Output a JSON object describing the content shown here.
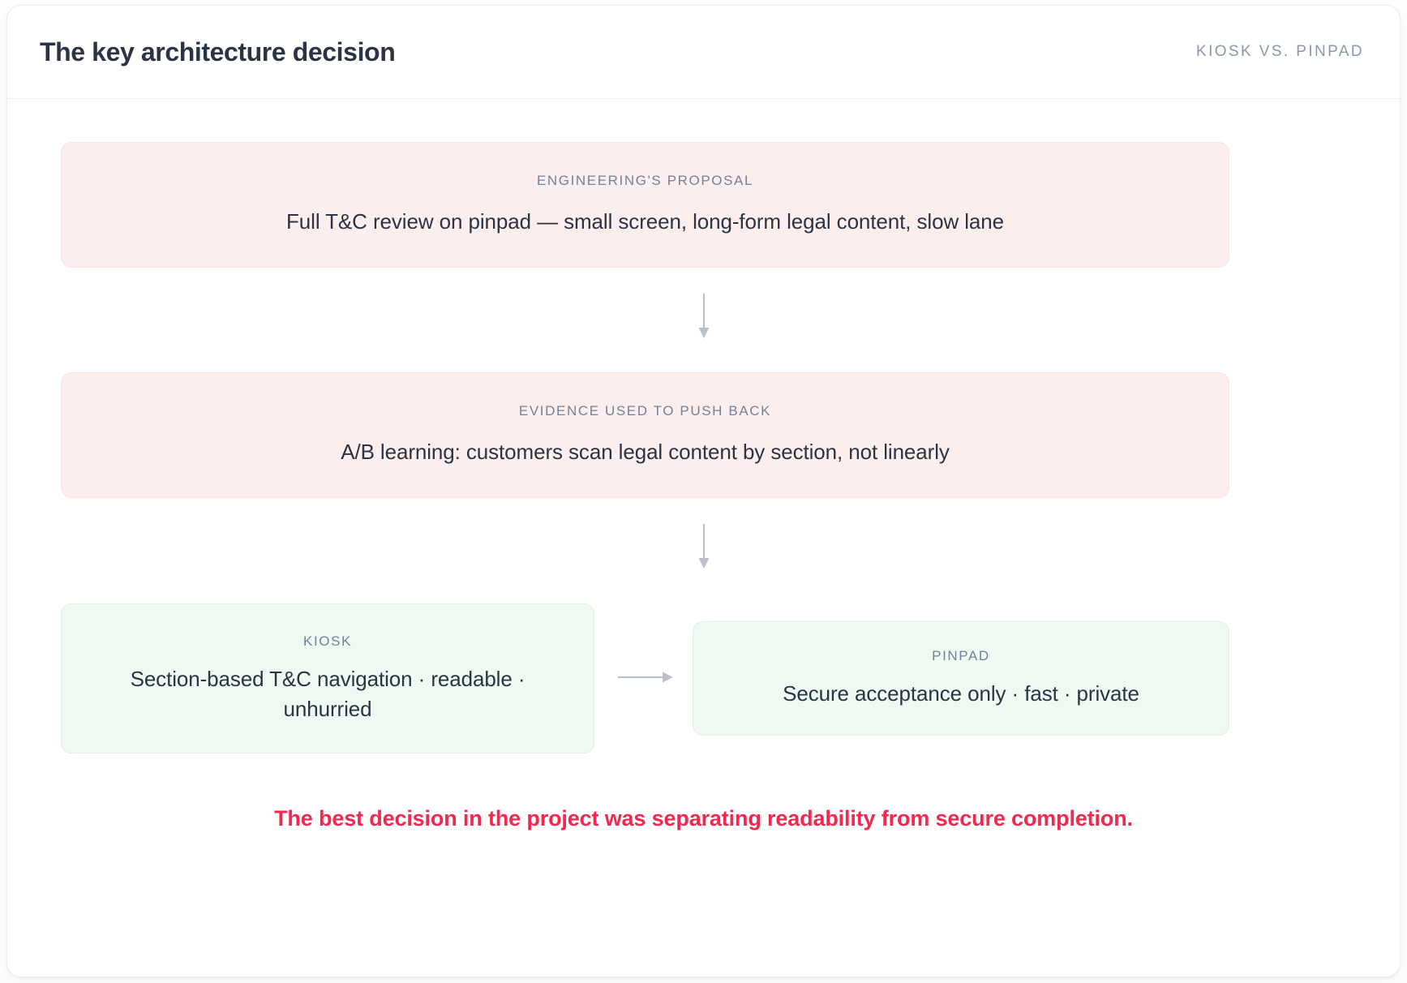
{
  "header": {
    "title": "The key architecture decision",
    "eyebrow": "KIOSK VS. PINPAD"
  },
  "flow": {
    "proposal": {
      "label": "ENGINEERING'S PROPOSAL",
      "body": "Full T&C review on pinpad — small screen, long-form legal content, slow lane"
    },
    "evidence": {
      "label": "EVIDENCE USED TO PUSH BACK",
      "body": "A/B learning: customers scan legal content by section, not linearly"
    },
    "kiosk": {
      "label": "KIOSK",
      "body": "Section-based T&C navigation · readable · unhurried"
    },
    "pinpad": {
      "label": "PINPAD",
      "body": "Secure acceptance only · fast · private"
    }
  },
  "conclusion": "The best decision in the project was separating readability from secure completion.",
  "colors": {
    "pink_card_bg": "#fdeeee",
    "pink_card_border": "#fbe3e5",
    "green_card_bg": "#eef9f1",
    "green_card_border": "#dff0e5",
    "title_text": "#2b3445",
    "label_text": "#74819a",
    "eyebrow_text": "#8b97aa",
    "conclusion_text": "#f3284f",
    "arrow": "#b9c1cd"
  },
  "icons": {
    "arrow_down_1": "arrow-down-icon",
    "arrow_down_2": "arrow-down-icon",
    "arrow_right": "arrow-right-icon"
  }
}
